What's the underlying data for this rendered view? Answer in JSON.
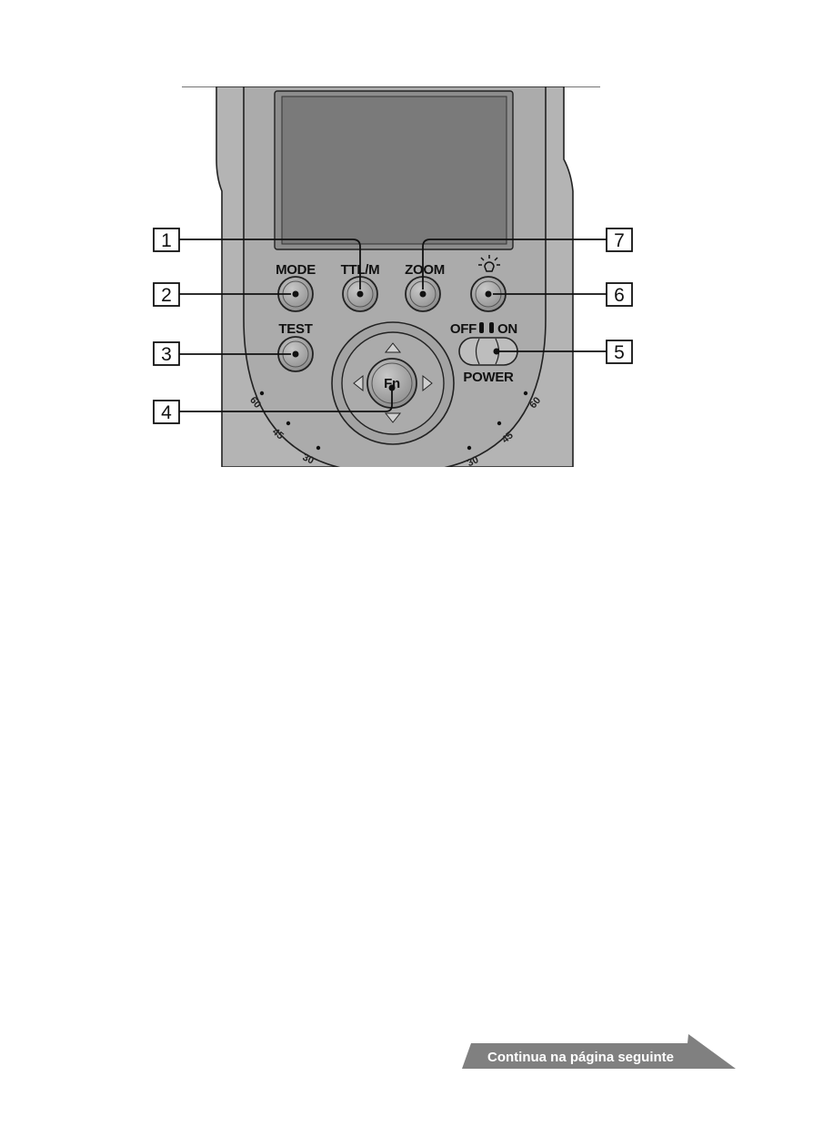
{
  "buttons": {
    "mode": "MODE",
    "ttl_m": "TTL/M",
    "zoom": "ZOOM",
    "test": "TEST",
    "fn": "Fn",
    "light_icon": "sun-light-icon"
  },
  "power_switch": {
    "off": "OFF",
    "on": "ON",
    "label": "POWER"
  },
  "callouts": [
    "1",
    "2",
    "3",
    "4",
    "5",
    "6",
    "7"
  ],
  "dial_scale": {
    "left": [
      "60",
      "45",
      "30"
    ],
    "right": [
      "30",
      "45",
      "60"
    ]
  },
  "footer": {
    "continue": "Continua na página seguinte"
  },
  "colors": {
    "body": "#a9a9a9",
    "screen": "#7a7a7a",
    "banner": "#808080"
  }
}
